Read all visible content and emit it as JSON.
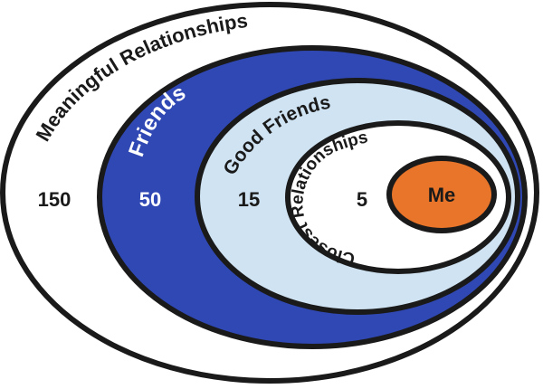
{
  "rings": [
    {
      "key": "meaningful",
      "label": "Meaningful Relationships",
      "count": "150",
      "fill": "#ffffff",
      "text_color": "#1a1a1a"
    },
    {
      "key": "friends",
      "label": "Friends",
      "count": "50",
      "fill": "#3048b4",
      "text_color": "#ffffff"
    },
    {
      "key": "good",
      "label": "Good Friends",
      "count": "15",
      "fill": "#cfe3f2",
      "text_color": "#1a1a1a"
    },
    {
      "key": "closest",
      "label": "Closest Relationships",
      "count": "5",
      "fill": "#ffffff",
      "text_color": "#1a1a1a"
    }
  ],
  "center": {
    "label": "Me",
    "fill": "#e8752a",
    "text_color": "#1a1a1a"
  },
  "outline_color": "#1a1a1a"
}
